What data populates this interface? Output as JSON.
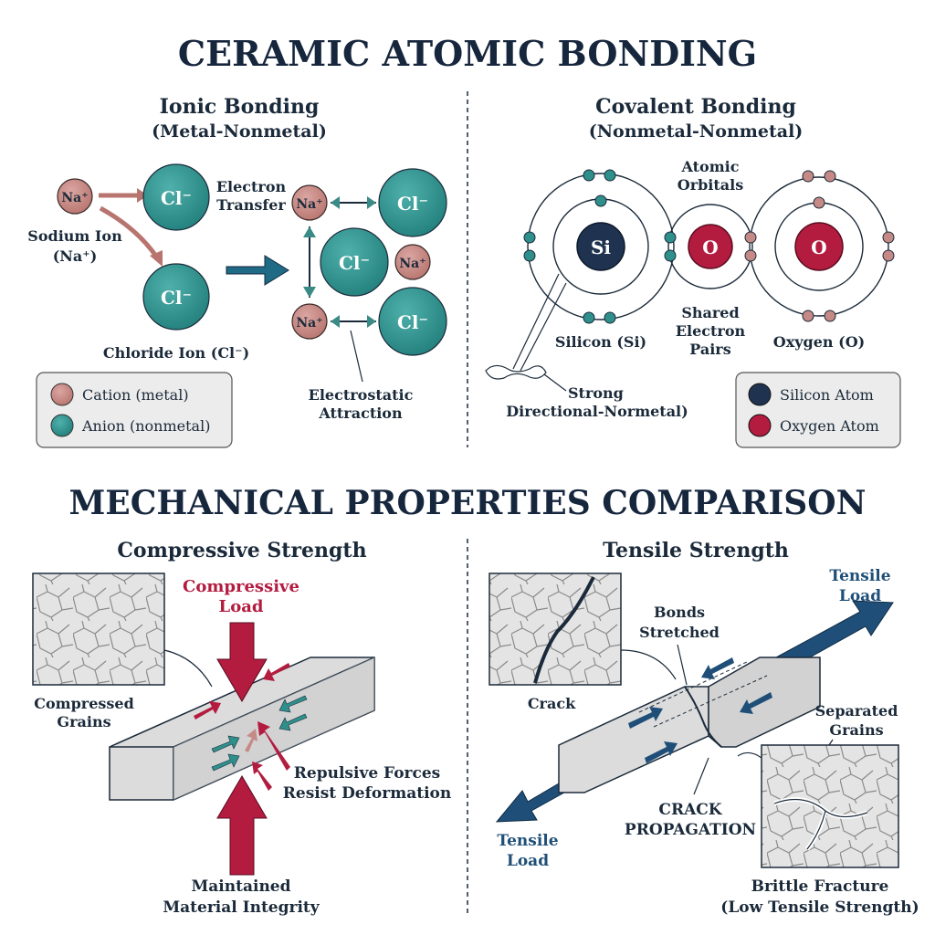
{
  "titles": {
    "main": "CERAMIC ATOMIC BONDING",
    "mechanical": "MECHANICAL PROPERTIES COMPARISON"
  },
  "ionic": {
    "title": "Ionic Bonding",
    "subtitle": "(Metal-Nonmetal)",
    "na": "Na⁺",
    "cl": "Cl⁻",
    "electron_transfer_1": "Electron",
    "electron_transfer_2": "Transfer",
    "sodium_label_1": "Sodium Ion",
    "sodium_label_2": "(Na⁺)",
    "chloride_label": "Chloride Ion (Cl⁻)",
    "electrostatic_1": "Electrostatic",
    "electrostatic_2": "Attraction",
    "legend_cation": "Cation (metal)",
    "legend_anion": "Anion (nonmetal)"
  },
  "covalent": {
    "title": "Covalent Bonding",
    "subtitle": "(Nonmetal-Nonmetal)",
    "si": "Si",
    "o": "O",
    "orbitals_1": "Atomic",
    "orbitals_2": "Orbitals",
    "shared_1": "Shared",
    "shared_2": "Electron",
    "shared_3": "Pairs",
    "silicon_label": "Silicon (Si)",
    "oxygen_label": "Oxygen (O)",
    "strong_1": "Strong",
    "strong_2": "Directional-Normetal)",
    "legend_silicon": "Silicon Atom",
    "legend_oxygen": "Oxygen Atom"
  },
  "compressive": {
    "title": "Compressive Strength",
    "load_1": "Compressive",
    "load_2": "Load",
    "grains_1": "Compressed",
    "grains_2": "Grains",
    "repulsive_1": "Repulsive Forces",
    "repulsive_2": "Resist Deformation",
    "integrity_1": "Maintained",
    "integrity_2": "Material Integrity"
  },
  "tensile": {
    "title": "Tensile Strength",
    "load_top_1": "Tensile",
    "load_top_2": "Load",
    "load_bottom_1": "Tensile",
    "load_bottom_2": "Load",
    "bonds_1": "Bonds",
    "bonds_2": "Stretched",
    "crack": "Crack",
    "crack_prop_1": "CRACK",
    "crack_prop_2": "PROPAGATION",
    "separated_1": "Separated",
    "separated_2": "Grains",
    "brittle_1": "Brittle Fracture",
    "brittle_2": "(Low Tensile Strength)"
  },
  "colors": {
    "navy": "#16263d",
    "teal": "#2f8f8b",
    "rose": "#c58a86",
    "crimson": "#b31b3f",
    "arrow_blue": "#1f4f78"
  }
}
